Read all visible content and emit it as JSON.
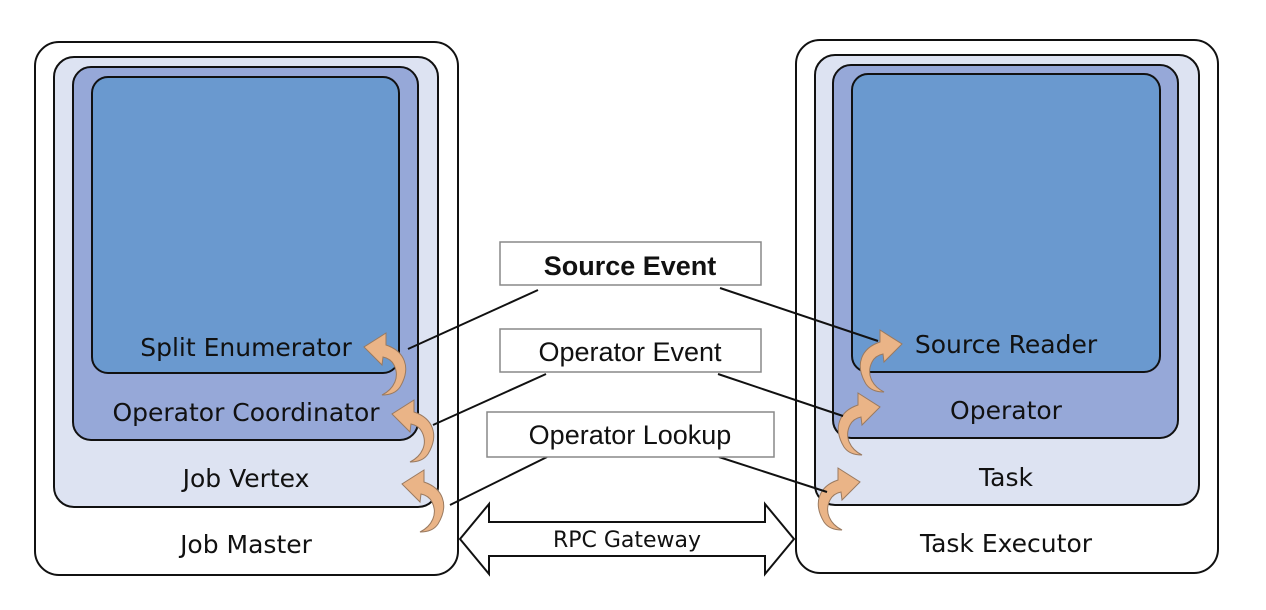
{
  "colors": {
    "outer_fill": "#ffffff",
    "level2_fill": "#dde3f2",
    "level3_fill": "#96a8d8",
    "level4_fill": "#6a99cf",
    "stroke": "#111111",
    "curved_arrow_fill": "#eab487",
    "curved_arrow_stroke": "#9a7a60",
    "event_box_stroke": "#888888"
  },
  "left_stack": {
    "outer_label": "Job Master",
    "level2_label": "Job Vertex",
    "level3_label": "Operator Coordinator",
    "level4_label": "Split Enumerator"
  },
  "right_stack": {
    "outer_label": "Task Executor",
    "level2_label": "Task",
    "level3_label": "Operator",
    "level4_label": "Source Reader"
  },
  "events": [
    {
      "label": "Source Event",
      "bold": true
    },
    {
      "label": "Operator Event",
      "bold": false
    },
    {
      "label": "Operator Lookup",
      "bold": false
    }
  ],
  "gateway": {
    "label": "RPC Gateway"
  }
}
